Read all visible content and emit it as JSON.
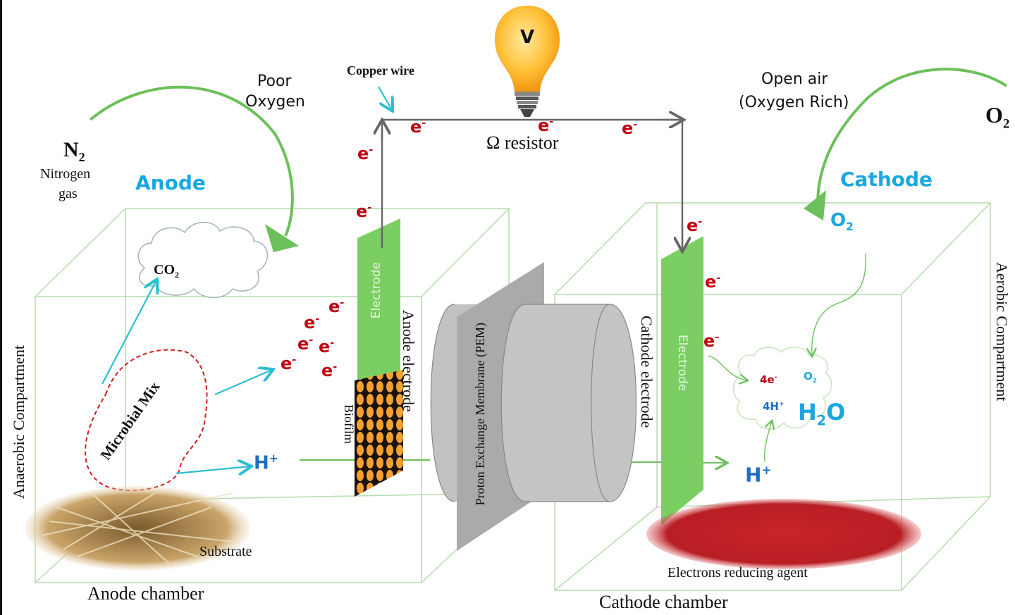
{
  "title": "Microbial Fuel Cell schematic",
  "colors": {
    "chamber_outline": "#a8d4a0",
    "electrode": "#7bcf62",
    "wire": "#666666",
    "electron": "#c00010",
    "proton": "#1a6fc0",
    "label_blue": "#1aa7e0",
    "membrane": "#c2c2c2",
    "arrow_cyan": "#2bbfd0",
    "arrow_green": "#6cc05a"
  },
  "labels": {
    "poor_oxygen_1": "Poor",
    "poor_oxygen_2": "Oxygen",
    "copper_wire": "Copper wire",
    "bulb_symbol": "V",
    "resistor": "Ω resistor",
    "open_air_1": "Open air",
    "open_air_2": "(Oxygen Rich)",
    "n2": "N",
    "n2_sub": "2",
    "nitrogen_gas_1": "Nitrogen",
    "nitrogen_gas_2": "gas",
    "anode": "Anode",
    "cathode": "Cathode",
    "o2_outside": "O",
    "o2_outside_sub": "2",
    "o2_cathode": "O",
    "o2_cathode_sub": "2",
    "co2": "CO",
    "co2_sub": "2",
    "electrode_anode": "Electrode",
    "electrode_cathode": "Electrode",
    "anode_electrode": "Anode electrode",
    "cathode_electrode": "Cathode electrode",
    "biofilm": "Biofilm",
    "pem": "Proton Exchange Membrane (PEM)",
    "microbial_mix": "Microbial Mix",
    "substrate": "Substrate",
    "anode_chamber": "Anode chamber",
    "cathode_chamber": "Cathode chamber",
    "anaerobic": "Anaerobic Compartment",
    "aerobic": "Aerobic Compartment",
    "electrons_reducing_agent": "Electrons reducing agent",
    "h_plus": "H",
    "h_plus_sup": "+",
    "four_e": "4e",
    "four_e_sup": "-",
    "four_h": "4H",
    "four_h_sup": "+",
    "o2_cloud": "O",
    "o2_cloud_sub": "2",
    "h2o_h": "H",
    "h2o_sub": "2",
    "h2o_o": "O",
    "electron": "e",
    "electron_sup": "-"
  }
}
